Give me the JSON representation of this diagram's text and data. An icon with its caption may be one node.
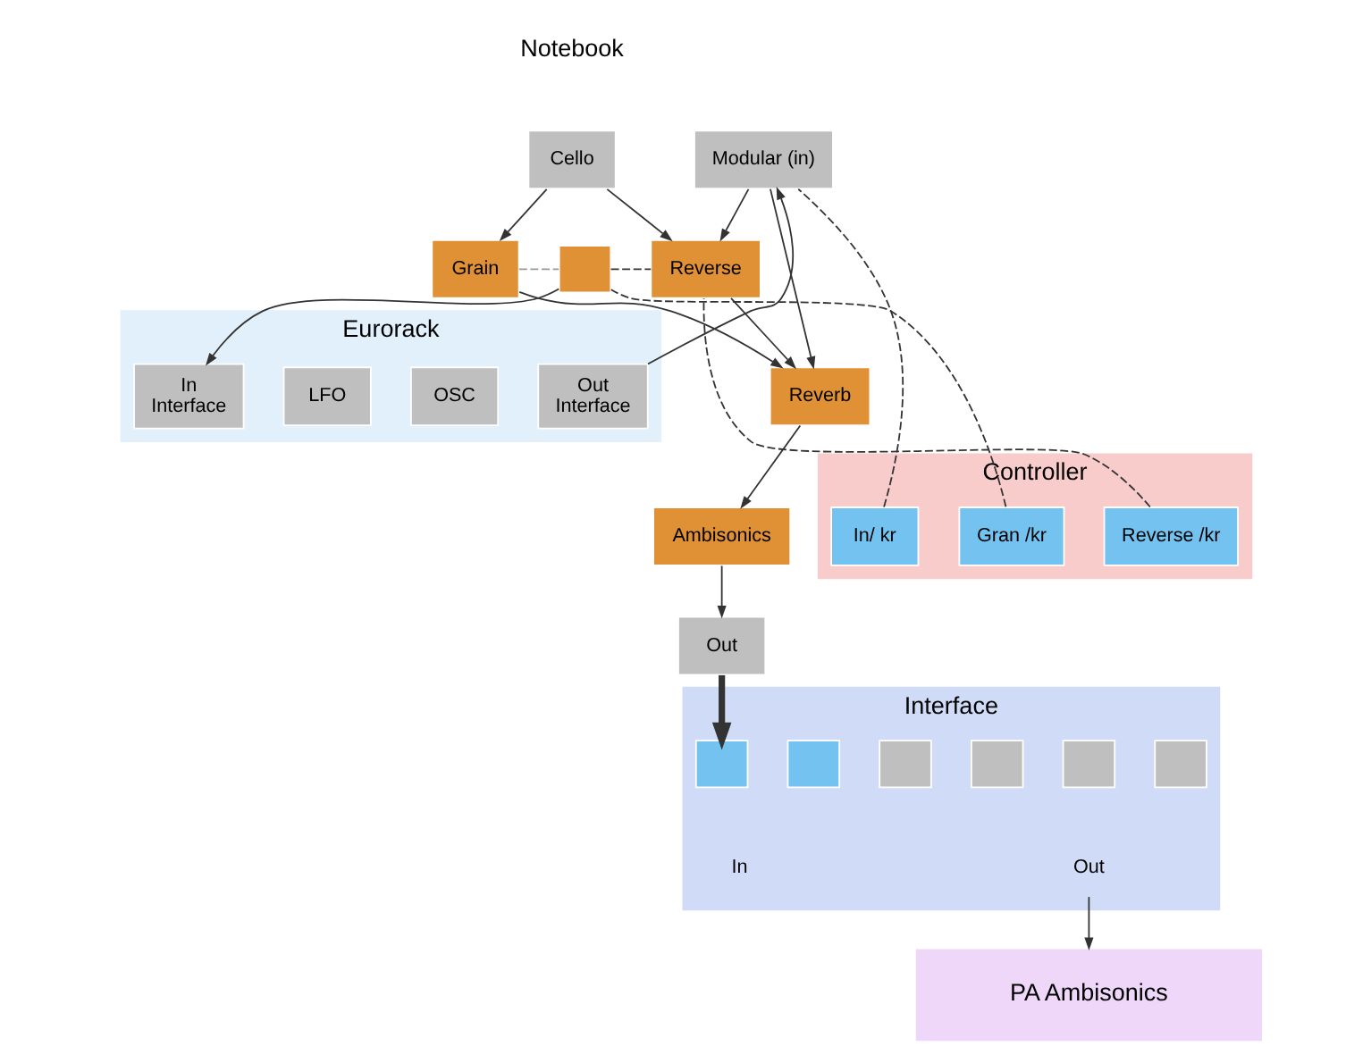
{
  "diagram": {
    "nodes": [
      {
        "text": [
          "Cello"
        ]
      },
      {
        "text": [
          "Modular (in)"
        ]
      },
      {
        "text": [
          "Grain"
        ]
      },
      {
        "text": [],
        "shape": "box"
      },
      {
        "text": [
          "Reverse"
        ]
      },
      {
        "text": [
          "Reverb"
        ]
      },
      {
        "text": [
          "Ambisonics"
        ]
      },
      {
        "text": [
          "Out"
        ]
      },
      {
        "text": [
          "Eurorack"
        ]
      },
      {
        "text": [
          "In",
          "Interface"
        ],
        "in": 8
      },
      {
        "text": [
          "LFO"
        ],
        "in": 8
      },
      {
        "text": [
          "OSC"
        ],
        "in": 8
      },
      {
        "text": [
          "Out",
          "Interface"
        ],
        "in": 8
      },
      {
        "text": [
          "Controller"
        ]
      },
      {
        "text": [
          "In/ kr"
        ],
        "in": 13
      },
      {
        "text": [
          "Gran /kr"
        ],
        "in": 13
      },
      {
        "text": [
          "Reverse /kr"
        ],
        "in": 13
      },
      {
        "text": [
          "Interface"
        ]
      },
      {
        "text": [],
        "shape": "box",
        "in": 17
      },
      {
        "text": [],
        "shape": "box",
        "in": 17
      },
      {
        "text": [],
        "shape": "box",
        "in": 17
      },
      {
        "text": [],
        "shape": "box",
        "in": 17
      },
      {
        "text": [],
        "shape": "box",
        "in": 17
      },
      {
        "text": [],
        "shape": "box",
        "in": 17
      },
      {
        "text": [
          "Out"
        ],
        "in": 17
      },
      {
        "text": [
          "PA Ambisonics"
        ]
      }
    ],
    "edges": [
      {
        "from": 12,
        "to": 1,
        "arrow": "to"
      },
      {
        "from": 0,
        "to": 2,
        "arrow": "to"
      },
      {
        "from": 0,
        "to": 4,
        "arrow": "to"
      },
      {
        "from": 1,
        "to": 4,
        "arrow": "to"
      },
      {
        "from": 1,
        "to": 5,
        "arrow": "to"
      },
      {
        "from": 2,
        "to": 3,
        "arrow": "none",
        "style": "dashed",
        "color": "#999999"
      },
      {
        "from": 3,
        "to": 4,
        "arrow": "none",
        "style": "dashed"
      },
      {
        "from": 14,
        "to": 1,
        "arrow": "none",
        "style": "dashed"
      },
      {
        "from": 3,
        "to": 9,
        "arrow": "to"
      },
      {
        "from": 15,
        "to": 3,
        "arrow": "none",
        "style": "dashed"
      },
      {
        "from": 16,
        "to": 4,
        "arrow": "none",
        "style": "dashed"
      },
      {
        "from": 2,
        "to": 5,
        "arrow": "to"
      },
      {
        "from": 4,
        "to": 5,
        "arrow": "to"
      },
      {
        "from": 5,
        "to": 6,
        "arrow": "to"
      },
      {
        "from": 6,
        "to": 7,
        "arrow": "to"
      },
      {
        "from": 7,
        "to": 18,
        "arrow": "to",
        "style": "thick"
      },
      {
        "from": 24,
        "to": 25,
        "arrow": "to"
      }
    ],
    "labels": [
      "Notebook",
      "In"
    ]
  }
}
